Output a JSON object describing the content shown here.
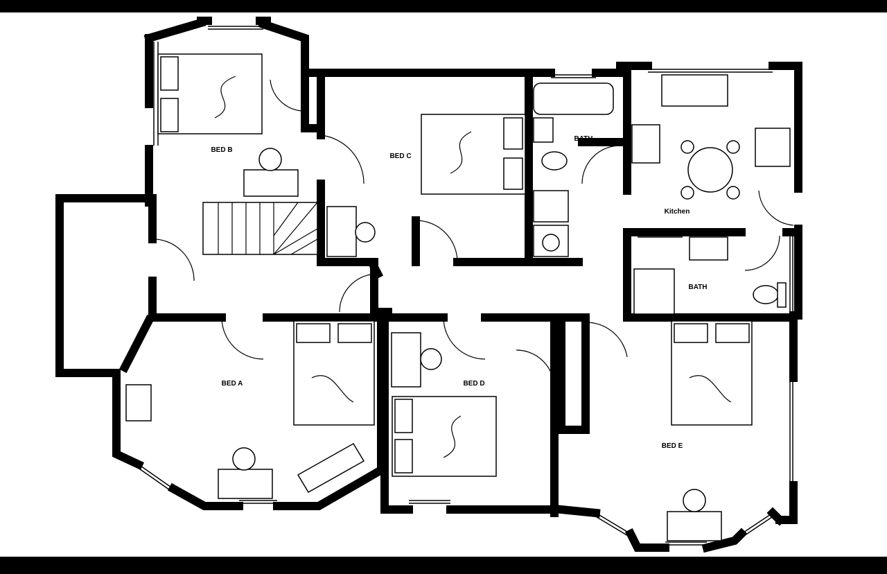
{
  "plan": {
    "rooms": {
      "bed_a": "BED A",
      "bed_b": "BED B",
      "bed_c": "BED C",
      "bed_d": "BED D",
      "bed_e": "BED E",
      "bath_1": "BATH",
      "bath_2": "BATH",
      "kitchen": "Kitchen"
    }
  }
}
